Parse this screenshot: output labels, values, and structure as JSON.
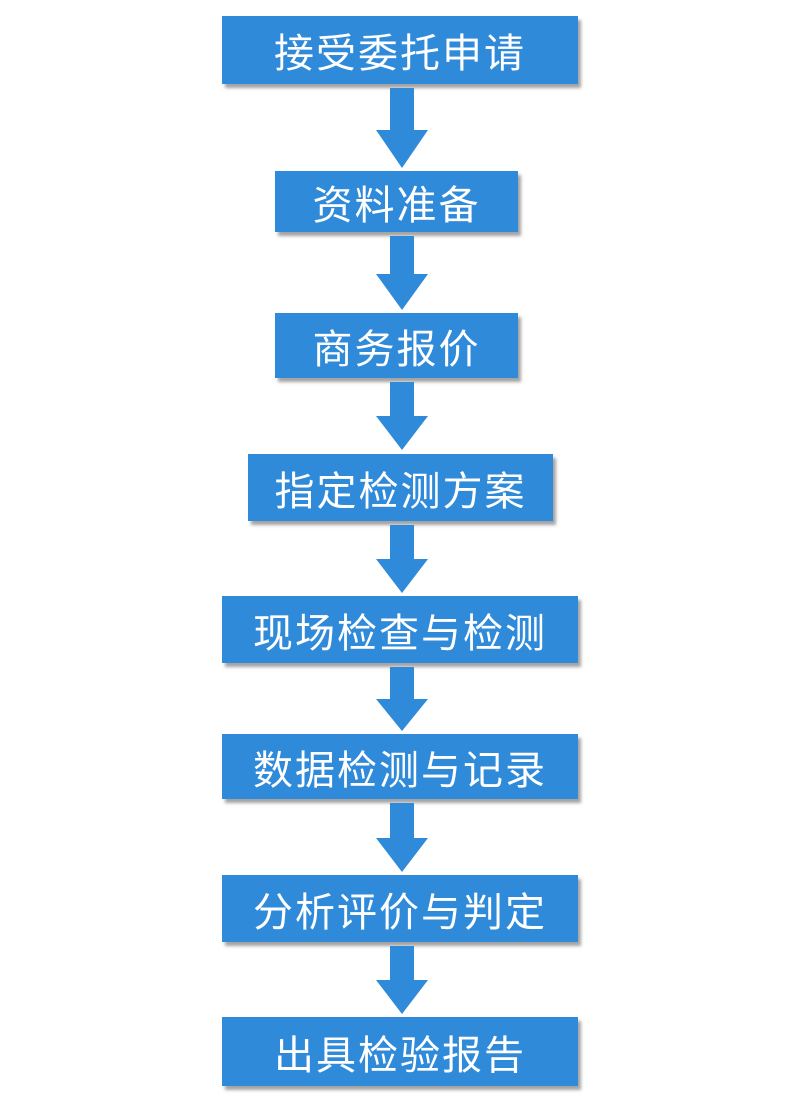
{
  "flow": {
    "color": "#2f8ad9",
    "steps": [
      {
        "label": "接受委托申请"
      },
      {
        "label": "资料准备"
      },
      {
        "label": "商务报价"
      },
      {
        "label": "指定检测方案"
      },
      {
        "label": "现场检查与检测"
      },
      {
        "label": "数据检测与记录"
      },
      {
        "label": "分析评价与判定"
      },
      {
        "label": "出具检验报告"
      }
    ]
  }
}
